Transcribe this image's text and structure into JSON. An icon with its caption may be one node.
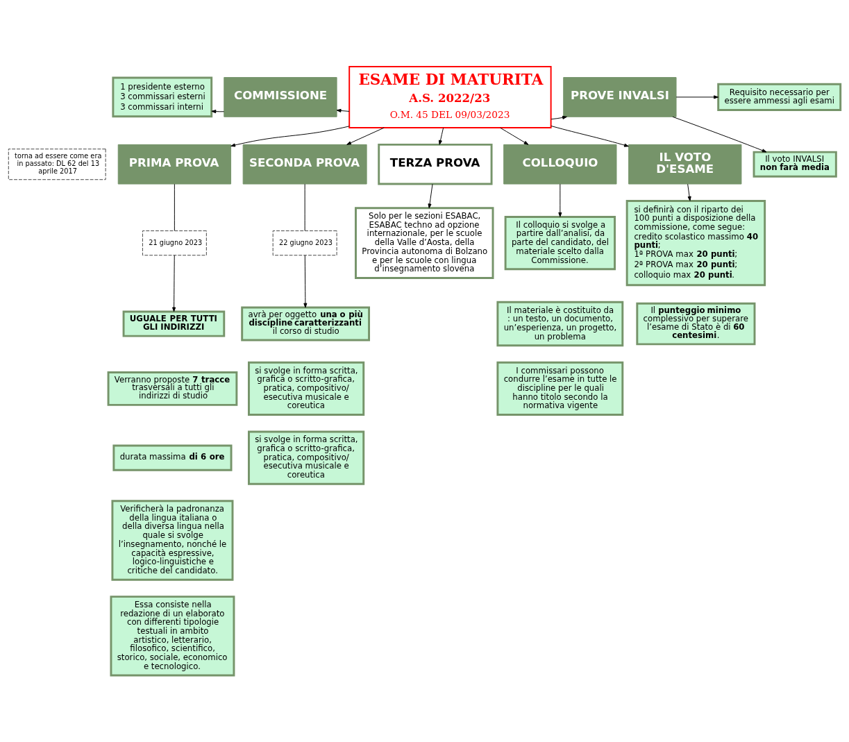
{
  "diagram": {
    "nodes": [
      {
        "text": [
          "ESAME DI MATURITA",
          "A.S. 2022/23",
          "O.M. 45  DEL 09/03/2023"
        ]
      },
      {
        "text": [
          "COMMISSIONE"
        ]
      },
      {
        "text": [
          "torna ad essere come era in passato: DL 62 del 13 aprile 2017"
        ]
      },
      {
        "text": [
          "1 presidente esterno",
          "3 commissari esterni",
          "3 commissari interni"
        ]
      },
      {
        "text": [
          "PROVE INVALSI"
        ]
      },
      {
        "text": [
          "Requisito necessario per essere ammessi agli esami"
        ]
      },
      {
        "text": [
          "Il voto INVALSI",
          "**non farà media**"
        ]
      },
      {
        "text": [
          "PRIMA PROVA"
        ]
      },
      {
        "text": [
          "21 giugno 2023"
        ]
      },
      {
        "text": [
          "UGUALE PER TUTTI GLI INDIRIZZI"
        ]
      },
      {
        "text": [
          "Verranno proposte **7 tracce** trasversali a tutti gli indirizzi di studio"
        ]
      },
      {
        "text": [
          "durata massima **di 6 ore**"
        ]
      },
      {
        "text": [
          "Verificherà la padronanza della lingua italiana o della diversa lingua nella quale si svolge l’insegnamento, nonché le capacità espressive, logico-linguistiche e critiche del candidato."
        ]
      },
      {
        "text": [
          "Essa consiste nella redazione di un elaborato con differenti tipologie testuali in ambito artistico, letterario, filosofico, scientifico, storico, sociale, economico e tecnologico."
        ]
      },
      {
        "text": [
          "SECONDA PROVA"
        ]
      },
      {
        "text": [
          "22 giugno 2023"
        ]
      },
      {
        "text": [
          "avrà per oggetto **una o più discipline caratterizzanti** il corso di studio"
        ]
      },
      {
        "text": [
          "si svolge in forma scritta, grafica o scritto-grafica, pratica, compositivo/ esecutiva musicale e coreutica"
        ]
      },
      {
        "text": [
          "si svolge in forma scritta, grafica o scritto-grafica, pratica, compositivo/ esecutiva musicale e coreutica"
        ]
      },
      {
        "text": [
          "TERZA PROVA"
        ]
      },
      {
        "text": [
          "Solo per le sezioni ESABAC, ESABAC techno ad opzione internazionale, per le scuole della Valle d’Aosta, della Provincia autonoma di Bolzano e per le scuole con lingua d’insegnamento slovena"
        ]
      },
      {
        "text": [
          "COLLOQUIO"
        ]
      },
      {
        "text": [
          "Il colloquio si svolge a partire dall’analisi, da parte del candidato, del materiale scelto dalla Commissione."
        ]
      },
      {
        "text": [
          "Il materiale è costituito da : un testo, un documento, un’esperienza, un progetto, un problema"
        ]
      },
      {
        "text": [
          "I commissari possono condurre l’esame in tutte le discipline per le quali hanno titolo secondo la normativa vigente"
        ]
      },
      {
        "text": [
          "IL VOTO D'ESAME"
        ]
      },
      {
        "text": [
          "si definirà con il riparto dei 100 punti a disposizione della commissione, come segue:",
          "credito scolastico massimo **40 punti**;",
          "1ª PROVA max **20 punti**;",
          "2ª PROVA max **20 punti**;",
          "colloquio max **20 punti**."
        ]
      },
      {
        "text": [
          "Il **punteggio minimo** complessivo per superare l’esame di Stato è di **60 centesimi**."
        ]
      }
    ],
    "edges": [
      {
        "from": 0,
        "to": 1,
        "arrow": "to"
      },
      {
        "from": 1,
        "to": 3,
        "arrow": "to"
      },
      {
        "from": 0,
        "to": 4,
        "arrow": "to"
      },
      {
        "from": 4,
        "to": 5,
        "arrow": "to"
      },
      {
        "from": 4,
        "to": 6,
        "arrow": "to"
      },
      {
        "from": 0,
        "to": 7,
        "arrow": "to"
      },
      {
        "from": 0,
        "to": 14,
        "arrow": "to"
      },
      {
        "from": 0,
        "to": 19,
        "arrow": "to"
      },
      {
        "from": 0,
        "to": 21,
        "arrow": "to"
      },
      {
        "from": 0,
        "to": 25,
        "arrow": "to"
      },
      {
        "from": 7,
        "to": 8,
        "arrow": "none"
      },
      {
        "from": 8,
        "to": 9,
        "arrow": "to"
      },
      {
        "from": 14,
        "to": 15,
        "arrow": "none"
      },
      {
        "from": 15,
        "to": 16,
        "arrow": "to"
      },
      {
        "from": 19,
        "to": 20,
        "arrow": "to"
      },
      {
        "from": 21,
        "to": 22,
        "arrow": "to"
      },
      {
        "from": 25,
        "to": 26,
        "arrow": "to"
      }
    ]
  }
}
